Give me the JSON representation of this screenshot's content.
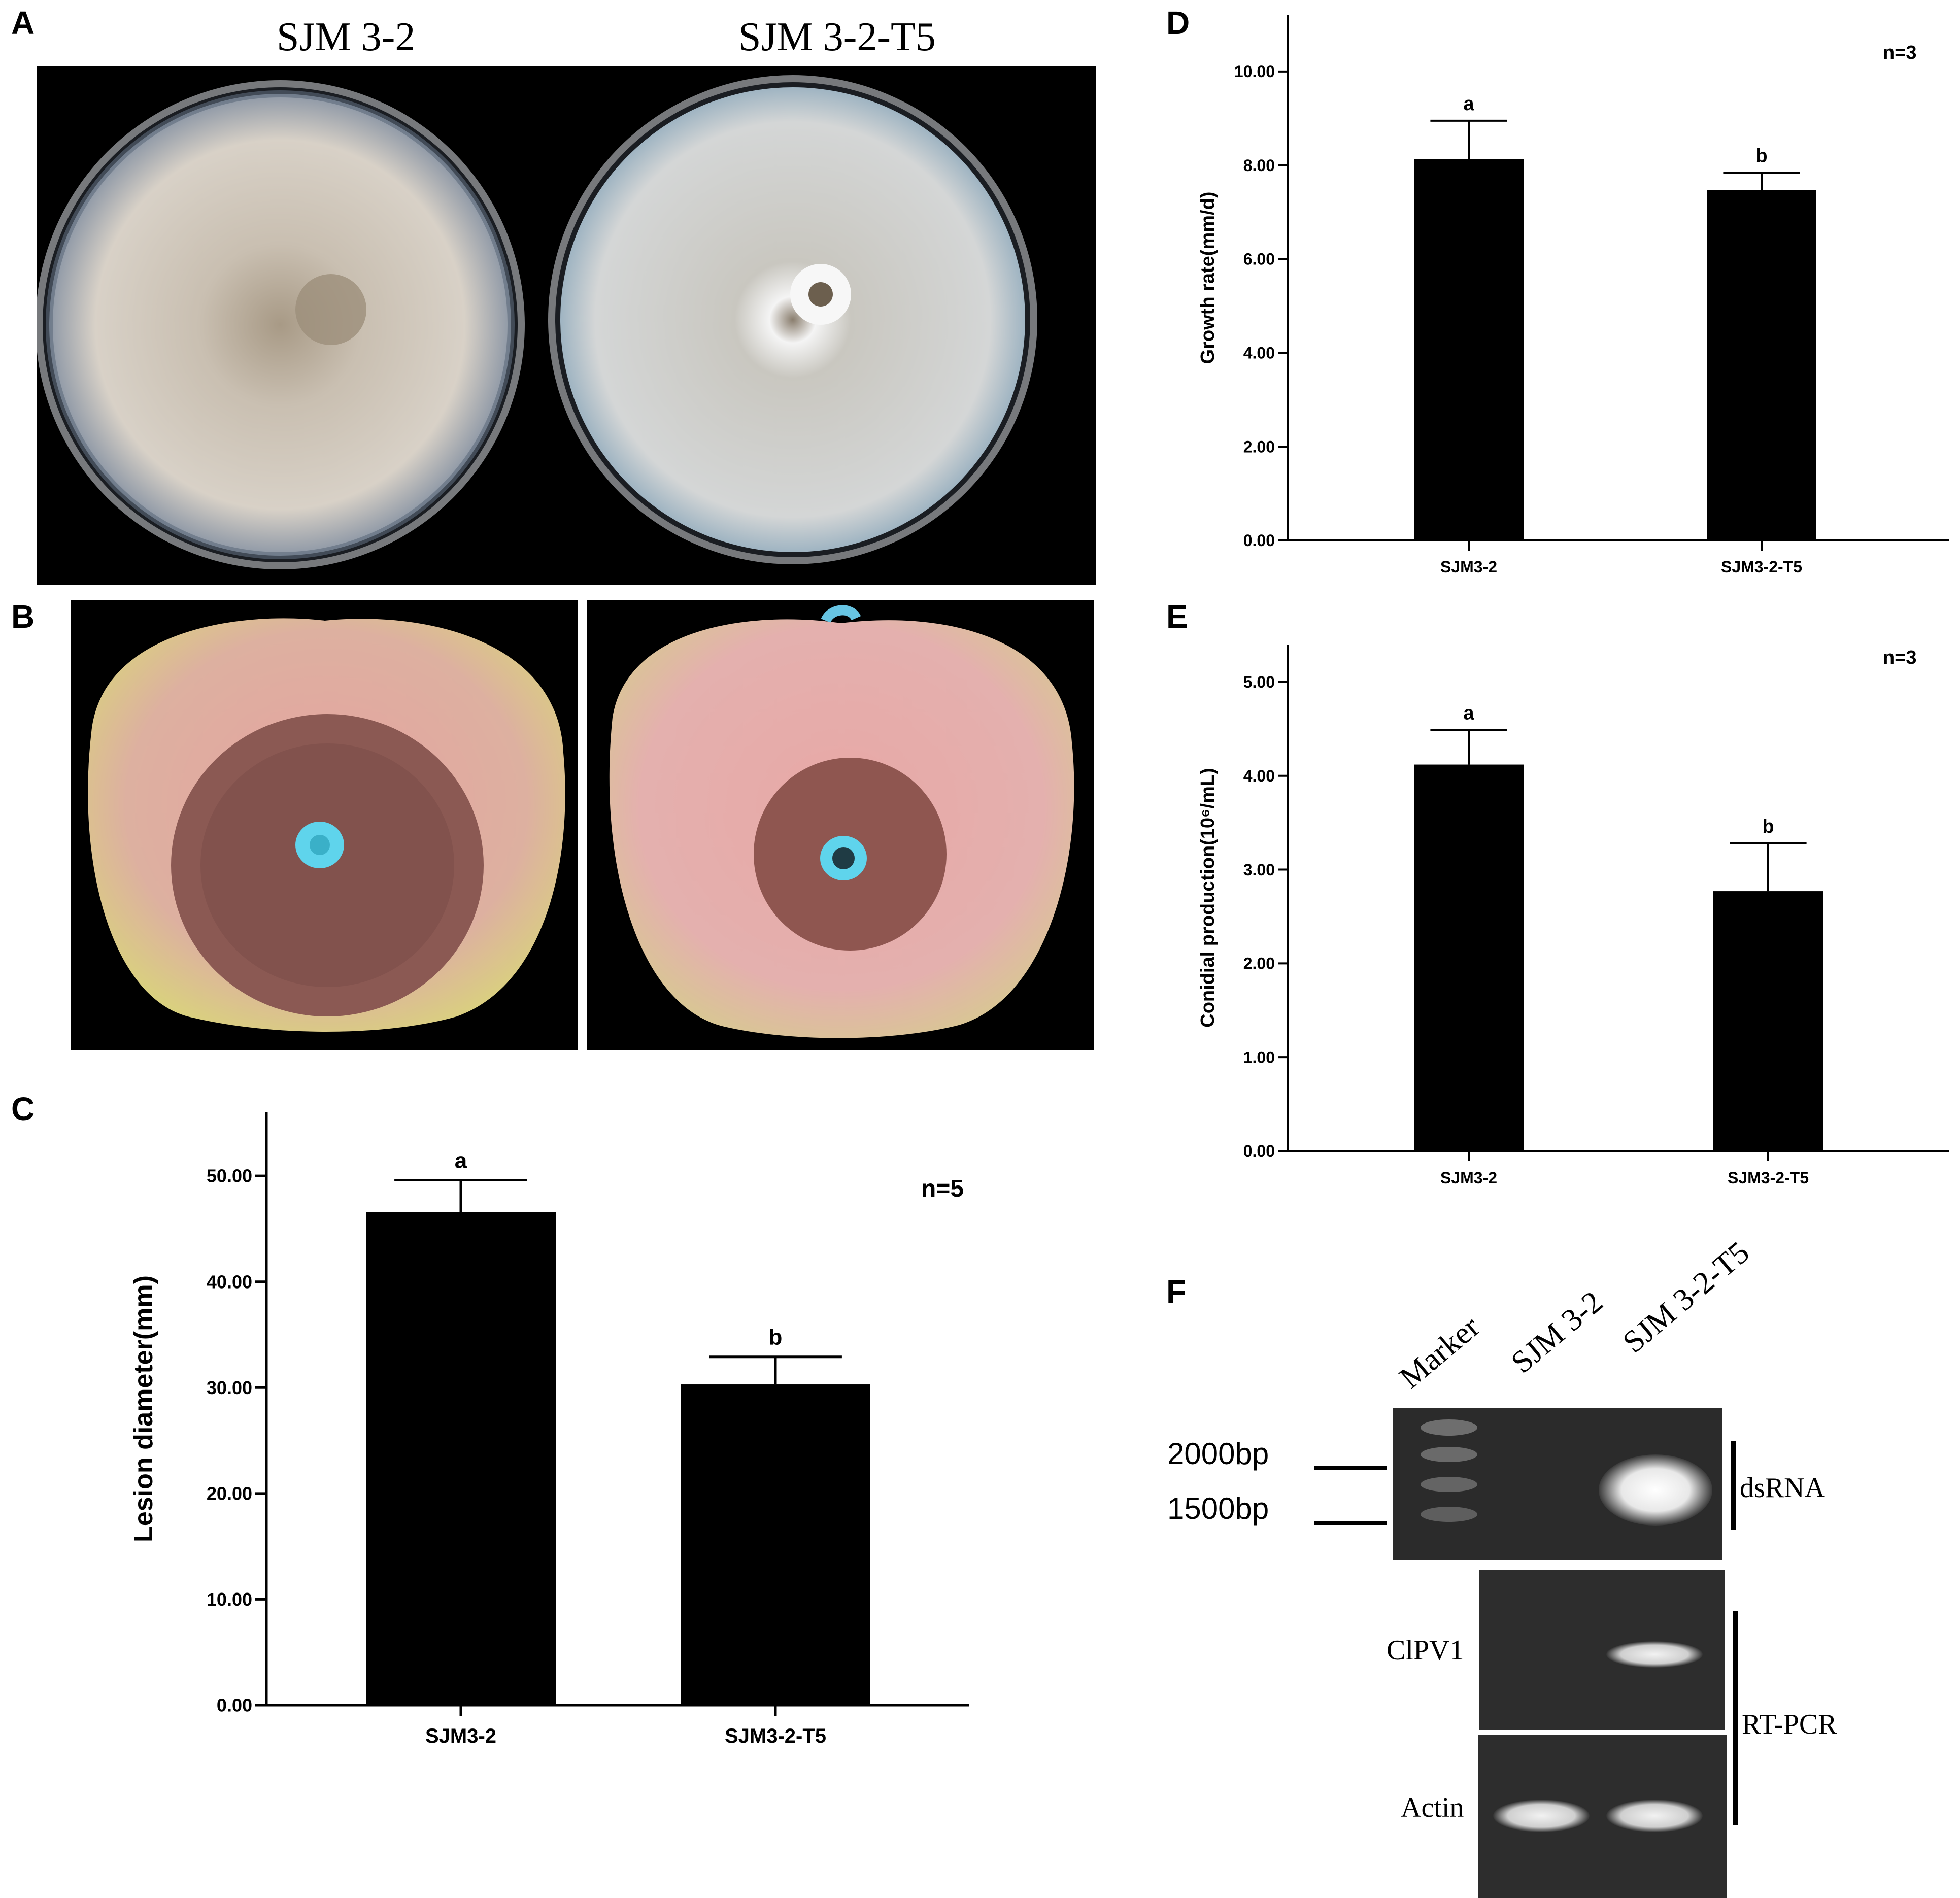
{
  "panels": {
    "A": {
      "letter": "A",
      "labels": [
        "SJM 3-2",
        "SJM 3-2-T5"
      ]
    },
    "B": {
      "letter": "B"
    },
    "C": {
      "letter": "C"
    },
    "D": {
      "letter": "D"
    },
    "E": {
      "letter": "E"
    },
    "F": {
      "letter": "F",
      "lanes": [
        "Marker",
        "SJM 3-2",
        "SJM 3-2-T5"
      ],
      "markers": [
        "2000bp",
        "1500bp"
      ],
      "rows": [
        "ClPV1",
        "Actin"
      ],
      "brackets": [
        "dsRNA",
        "RT-PCR"
      ]
    }
  },
  "chart_data": [
    {
      "id": "C",
      "type": "bar",
      "categories": [
        "SJM3-2",
        "SJM3-2-T5"
      ],
      "values": [
        46.6,
        30.3
      ],
      "errors": [
        3.0,
        2.6
      ],
      "significance": [
        "a",
        "b"
      ],
      "n_label": "n=5",
      "ylabel": "Lesion diameter(mm)",
      "yticks": [
        "0.00",
        "10.00",
        "20.00",
        "30.00",
        "40.00",
        "50.00"
      ],
      "ylim": [
        0,
        56
      ],
      "bar_color": "#000000"
    },
    {
      "id": "D",
      "type": "bar",
      "categories": [
        "SJM3-2",
        "SJM3-2-T5"
      ],
      "values": [
        8.13,
        7.47
      ],
      "errors": [
        0.82,
        0.37
      ],
      "significance": [
        "a",
        "b"
      ],
      "n_label": "n=3",
      "ylabel": "Growth rate(mm/d)",
      "yticks": [
        "0.00",
        "2.00",
        "4.00",
        "6.00",
        "8.00",
        "10.00"
      ],
      "ylim": [
        0,
        11.2
      ],
      "bar_color": "#000000"
    },
    {
      "id": "E",
      "type": "bar",
      "categories": [
        "SJM3-2",
        "SJM3-2-T5"
      ],
      "values": [
        4.12,
        2.77
      ],
      "errors": [
        0.37,
        0.51
      ],
      "significance": [
        "a",
        "b"
      ],
      "n_label": "n=3",
      "ylabel": "Conidial production(10⁶/mL)",
      "yticks": [
        "0.00",
        "1.00",
        "2.00",
        "3.00",
        "4.00",
        "5.00"
      ],
      "ylim": [
        0,
        5.4
      ],
      "bar_color": "#000000"
    }
  ]
}
